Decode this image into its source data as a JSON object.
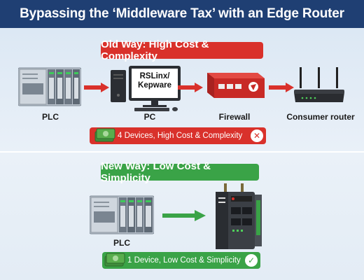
{
  "title": "Bypassing the ‘Middleware Tax’ with an Edge Router",
  "old_way": {
    "heading": "Old Way: High Cost & Complexity",
    "devices": [
      {
        "label": "PLC",
        "icon": "plc-icon"
      },
      {
        "label": "PC",
        "icon": "pc-icon",
        "screen_line1": "RSLinx/",
        "screen_line2": "Kepware"
      },
      {
        "label": "Firewall",
        "icon": "firewall-icon"
      },
      {
        "label": "Consumer router",
        "icon": "router-icon"
      }
    ],
    "summary": "4 Devices, High Cost & Complexity",
    "status_icon": "x-circle-icon",
    "accent_color": "#d9312b"
  },
  "new_way": {
    "heading": "New Way: Low Cost & Simplicity",
    "devices": [
      {
        "label": "PLC",
        "icon": "plc-icon"
      },
      {
        "label": "",
        "icon": "edge-router-icon"
      }
    ],
    "summary": "1 Device, Low Cost & Simplicity",
    "status_icon": "check-circle-icon",
    "accent_color": "#3aa347"
  },
  "header_color": "#1f3f73"
}
